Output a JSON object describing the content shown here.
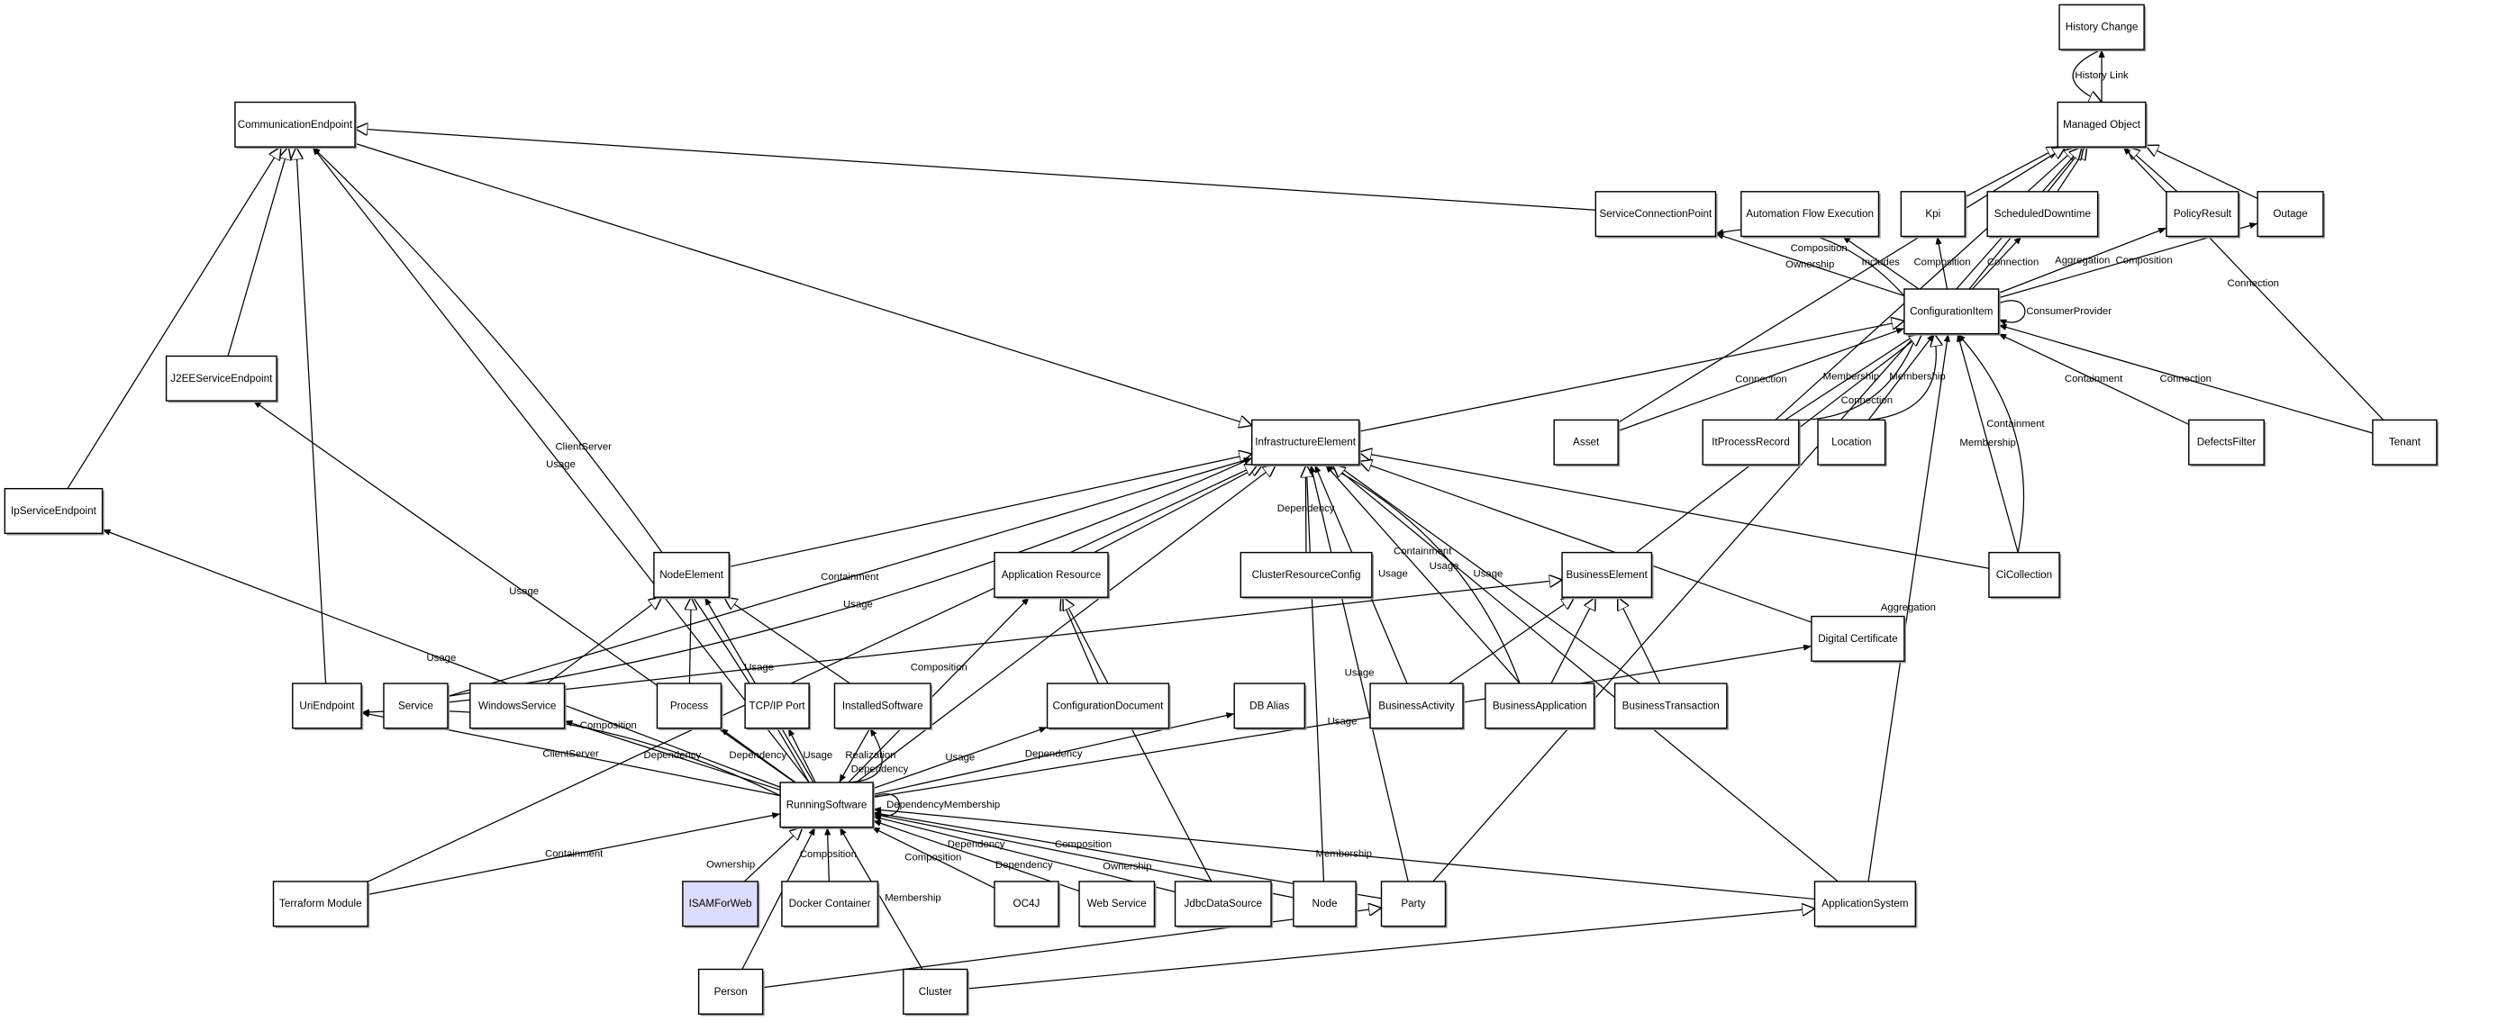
{
  "nodes": [
    {
      "id": "history_change",
      "label": "History Change"
    },
    {
      "id": "managed_object",
      "label": "Managed Object"
    },
    {
      "id": "communication_endpoint",
      "label": "CommunicationEndpoint"
    },
    {
      "id": "service_connection_point",
      "label": "ServiceConnectionPoint"
    },
    {
      "id": "automation_flow_execution",
      "label": "Automation Flow Execution"
    },
    {
      "id": "kpi",
      "label": "Kpi"
    },
    {
      "id": "scheduled_downtime",
      "label": "ScheduledDowntime"
    },
    {
      "id": "policy_result",
      "label": "PolicyResult"
    },
    {
      "id": "outage",
      "label": "Outage"
    },
    {
      "id": "configuration_item",
      "label": "ConfigurationItem"
    },
    {
      "id": "j2ee_service_endpoint",
      "label": "J2EEServiceEndpoint"
    },
    {
      "id": "infrastructure_element",
      "label": "InfrastructureElement"
    },
    {
      "id": "asset",
      "label": "Asset"
    },
    {
      "id": "it_process_record",
      "label": "ItProcessRecord"
    },
    {
      "id": "location",
      "label": "Location"
    },
    {
      "id": "defects_filter",
      "label": "DefectsFilter"
    },
    {
      "id": "tenant",
      "label": "Tenant"
    },
    {
      "id": "ip_service_endpoint",
      "label": "IpServiceEndpoint"
    },
    {
      "id": "node_element",
      "label": "NodeElement"
    },
    {
      "id": "application_resource",
      "label": "Application Resource"
    },
    {
      "id": "cluster_resource_config",
      "label": "ClusterResourceConfig"
    },
    {
      "id": "business_element",
      "label": "BusinessElement"
    },
    {
      "id": "ci_collection",
      "label": "CiCollection"
    },
    {
      "id": "digital_certificate",
      "label": "Digital Certificate"
    },
    {
      "id": "uri_endpoint",
      "label": "UriEndpoint"
    },
    {
      "id": "service",
      "label": "Service"
    },
    {
      "id": "windows_service",
      "label": "WindowsService"
    },
    {
      "id": "process",
      "label": "Process"
    },
    {
      "id": "tcpip_port",
      "label": "TCP/IP Port"
    },
    {
      "id": "installed_software",
      "label": "InstalledSoftware"
    },
    {
      "id": "configuration_document",
      "label": "ConfigurationDocument"
    },
    {
      "id": "db_alias",
      "label": "DB Alias"
    },
    {
      "id": "business_activity",
      "label": "BusinessActivity"
    },
    {
      "id": "business_application",
      "label": "BusinessApplication"
    },
    {
      "id": "business_transaction",
      "label": "BusinessTransaction"
    },
    {
      "id": "running_software",
      "label": "RunningSoftware"
    },
    {
      "id": "terraform_module",
      "label": "Terraform Module"
    },
    {
      "id": "isam_for_web",
      "label": "ISAMForWeb",
      "highlighted": true
    },
    {
      "id": "docker_container",
      "label": "Docker Container"
    },
    {
      "id": "oc4j",
      "label": "OC4J"
    },
    {
      "id": "web_service",
      "label": "Web Service"
    },
    {
      "id": "jdbc_data_source",
      "label": "JdbcDataSource"
    },
    {
      "id": "node",
      "label": "Node"
    },
    {
      "id": "party",
      "label": "Party"
    },
    {
      "id": "application_system",
      "label": "ApplicationSystem"
    },
    {
      "id": "person",
      "label": "Person"
    },
    {
      "id": "cluster",
      "label": "Cluster"
    }
  ],
  "edges": [
    {
      "from": "managed_object",
      "to": "history_change",
      "kind": "association",
      "label": "History Link"
    },
    {
      "from": "history_change",
      "to": "managed_object",
      "kind": "generalization",
      "label": ""
    },
    {
      "from": "service_connection_point",
      "to": "communication_endpoint",
      "kind": "generalization",
      "label": ""
    },
    {
      "from": "kpi",
      "to": "managed_object",
      "kind": "generalization",
      "label": ""
    },
    {
      "from": "scheduled_downtime",
      "to": "managed_object",
      "kind": "generalization",
      "label": ""
    },
    {
      "from": "policy_result",
      "to": "managed_object",
      "kind": "generalization",
      "label": ""
    },
    {
      "from": "outage",
      "to": "managed_object",
      "kind": "generalization",
      "label": ""
    },
    {
      "from": "configuration_item",
      "to": "managed_object",
      "kind": "generalization",
      "label": ""
    },
    {
      "from": "asset",
      "to": "managed_object",
      "kind": "generalization",
      "label": ""
    },
    {
      "from": "it_process_record",
      "to": "managed_object",
      "kind": "generalization",
      "label": ""
    },
    {
      "from": "party",
      "to": "managed_object",
      "kind": "generalization",
      "label": ""
    },
    {
      "from": "tenant",
      "to": "managed_object",
      "kind": "association",
      "label": "Connection"
    },
    {
      "from": "configuration_item",
      "to": "service_connection_point",
      "kind": "association",
      "label": "Ownership"
    },
    {
      "from": "configuration_item",
      "to": "service_connection_point",
      "kind": "association",
      "label": "Composition"
    },
    {
      "from": "configuration_item",
      "to": "automation_flow_execution",
      "kind": "association",
      "label": "Includes"
    },
    {
      "from": "configuration_item",
      "to": "kpi",
      "kind": "association",
      "label": "Composition"
    },
    {
      "from": "configuration_item",
      "to": "scheduled_downtime",
      "kind": "association",
      "label": "Connection"
    },
    {
      "from": "configuration_item",
      "to": "policy_result",
      "kind": "association",
      "label": "Aggregation"
    },
    {
      "from": "configuration_item",
      "to": "outage",
      "kind": "association",
      "label": "Composition"
    },
    {
      "from": "configuration_item",
      "to": "configuration_item",
      "kind": "association",
      "label": "ConsumerProvider"
    },
    {
      "from": "asset",
      "to": "configuration_item",
      "kind": "association",
      "label": "Connection"
    },
    {
      "from": "it_process_record",
      "to": "configuration_item",
      "kind": "association",
      "label": "Membership"
    },
    {
      "from": "it_process_record",
      "to": "configuration_item",
      "kind": "association",
      "label": "Connection"
    },
    {
      "from": "location",
      "to": "configuration_item",
      "kind": "association",
      "label": "Membership"
    },
    {
      "from": "location",
      "to": "configuration_item",
      "kind": "generalization",
      "label": ""
    },
    {
      "from": "ci_collection",
      "to": "configuration_item",
      "kind": "association",
      "label": "Membership"
    },
    {
      "from": "ci_collection",
      "to": "configuration_item",
      "kind": "association",
      "label": "Containment"
    },
    {
      "from": "defects_filter",
      "to": "configuration_item",
      "kind": "association",
      "label": "Containment"
    },
    {
      "from": "tenant",
      "to": "configuration_item",
      "kind": "association",
      "label": "Connection"
    },
    {
      "from": "application_system",
      "to": "configuration_item",
      "kind": "association",
      "label": "Aggregation"
    },
    {
      "from": "infrastructure_element",
      "to": "configuration_item",
      "kind": "generalization",
      "label": ""
    },
    {
      "from": "business_element",
      "to": "configuration_item",
      "kind": "generalization",
      "label": ""
    },
    {
      "from": "communication_endpoint",
      "to": "infrastructure_element",
      "kind": "generalization",
      "label": ""
    },
    {
      "from": "cluster_resource_config",
      "to": "infrastructure_element",
      "kind": "association",
      "label": "Dependency"
    },
    {
      "from": "node_element",
      "to": "infrastructure_element",
      "kind": "generalization",
      "label": ""
    },
    {
      "from": "application_resource",
      "to": "infrastructure_element",
      "kind": "generalization",
      "label": ""
    },
    {
      "from": "service",
      "to": "infrastructure_element",
      "kind": "association",
      "label": "Containment"
    },
    {
      "from": "service",
      "to": "infrastructure_element",
      "kind": "association",
      "label": "Usage"
    },
    {
      "from": "terraform_module",
      "to": "infrastructure_element",
      "kind": "generalization",
      "label": ""
    },
    {
      "from": "business_activity",
      "to": "infrastructure_element",
      "kind": "association",
      "label": "Usage"
    },
    {
      "from": "business_application",
      "to": "infrastructure_element",
      "kind": "association",
      "label": "Containment"
    },
    {
      "from": "business_application",
      "to": "infrastructure_element",
      "kind": "association",
      "label": "Usage"
    },
    {
      "from": "business_transaction",
      "to": "infrastructure_element",
      "kind": "association",
      "label": "Usage"
    },
    {
      "from": "ci_collection",
      "to": "infrastructure_element",
      "kind": "generalization",
      "label": ""
    },
    {
      "from": "digital_certificate",
      "to": "infrastructure_element",
      "kind": "generalization",
      "label": ""
    },
    {
      "from": "application_system",
      "to": "infrastructure_element",
      "kind": "generalization",
      "label": ""
    },
    {
      "from": "node",
      "to": "infrastructure_element",
      "kind": "generalization",
      "label": ""
    },
    {
      "from": "running_software",
      "to": "infrastructure_element",
      "kind": "generalization",
      "label": ""
    },
    {
      "from": "party",
      "to": "infrastructure_element",
      "kind": "association",
      "label": "Usage"
    },
    {
      "from": "j2ee_service_endpoint",
      "to": "communication_endpoint",
      "kind": "generalization",
      "label": ""
    },
    {
      "from": "uri_endpoint",
      "to": "communication_endpoint",
      "kind": "generalization",
      "label": ""
    },
    {
      "from": "ip_service_endpoint",
      "to": "communication_endpoint",
      "kind": "generalization",
      "label": ""
    },
    {
      "from": "running_software",
      "to": "communication_endpoint",
      "kind": "association",
      "label": "Usage"
    },
    {
      "from": "running_software",
      "to": "communication_endpoint",
      "kind": "association",
      "label": "ClientServer"
    },
    {
      "from": "running_software",
      "to": "j2ee_service_endpoint",
      "kind": "association",
      "label": "Usage"
    },
    {
      "from": "running_software",
      "to": "ip_service_endpoint",
      "kind": "association",
      "label": "Usage"
    },
    {
      "from": "running_software",
      "to": "uri_endpoint",
      "kind": "association",
      "label": "ClientServer"
    },
    {
      "from": "running_software",
      "to": "uri_endpoint",
      "kind": "association",
      "label": "Composition"
    },
    {
      "from": "running_software",
      "to": "windows_service",
      "kind": "association",
      "label": "Dependency"
    },
    {
      "from": "running_software",
      "to": "node_element",
      "kind": "association",
      "label": "Usage"
    },
    {
      "from": "running_software",
      "to": "process",
      "kind": "association",
      "label": "Dependency"
    },
    {
      "from": "running_software",
      "to": "tcpip_port",
      "kind": "association",
      "label": "Usage"
    },
    {
      "from": "installed_software",
      "to": "running_software",
      "kind": "association",
      "label": "Realization"
    },
    {
      "from": "running_software",
      "to": "installed_software",
      "kind": "association",
      "label": "Dependency"
    },
    {
      "from": "running_software",
      "to": "application_resource",
      "kind": "association",
      "label": "Composition"
    },
    {
      "from": "running_software",
      "to": "configuration_document",
      "kind": "association",
      "label": "Usage"
    },
    {
      "from": "running_software",
      "to": "db_alias",
      "kind": "association",
      "label": "Dependency"
    },
    {
      "from": "running_software",
      "to": "digital_certificate",
      "kind": "association",
      "label": "Usage"
    },
    {
      "from": "running_software",
      "to": "running_software",
      "kind": "association",
      "label": "DependencyMembership"
    },
    {
      "from": "terraform_module",
      "to": "running_software",
      "kind": "association",
      "label": "Containment"
    },
    {
      "from": "isam_for_web",
      "to": "running_software",
      "kind": "generalization",
      "label": ""
    },
    {
      "from": "docker_container",
      "to": "running_software",
      "kind": "association",
      "label": "Composition"
    },
    {
      "from": "oc4j",
      "to": "running_software",
      "kind": "association",
      "label": "Composition"
    },
    {
      "from": "web_service",
      "to": "running_software",
      "kind": "association",
      "label": "Dependency"
    },
    {
      "from": "jdbc_data_source",
      "to": "running_software",
      "kind": "association",
      "label": "Dependency"
    },
    {
      "from": "node",
      "to": "running_software",
      "kind": "association",
      "label": "Composition"
    },
    {
      "from": "party",
      "to": "running_software",
      "kind": "association",
      "label": "Ownership"
    },
    {
      "from": "application_system",
      "to": "running_software",
      "kind": "association",
      "label": "Membership"
    },
    {
      "from": "person",
      "to": "running_software",
      "kind": "association",
      "label": "Ownership"
    },
    {
      "from": "cluster",
      "to": "running_software",
      "kind": "association",
      "label": "Membership"
    },
    {
      "from": "person",
      "to": "party",
      "kind": "generalization",
      "label": ""
    },
    {
      "from": "cluster",
      "to": "application_system",
      "kind": "generalization",
      "label": ""
    },
    {
      "from": "windows_service",
      "to": "node_element",
      "kind": "generalization",
      "label": ""
    },
    {
      "from": "process",
      "to": "node_element",
      "kind": "generalization",
      "label": ""
    },
    {
      "from": "installed_software",
      "to": "node_element",
      "kind": "generalization",
      "label": ""
    },
    {
      "from": "configuration_document",
      "to": "application_resource",
      "kind": "generalization",
      "label": ""
    },
    {
      "from": "jdbc_data_source",
      "to": "application_resource",
      "kind": "generalization",
      "label": ""
    },
    {
      "from": "service",
      "to": "business_element",
      "kind": "generalization",
      "label": ""
    },
    {
      "from": "business_activity",
      "to": "business_element",
      "kind": "generalization",
      "label": ""
    },
    {
      "from": "business_application",
      "to": "business_element",
      "kind": "generalization",
      "label": ""
    },
    {
      "from": "business_transaction",
      "to": "business_element",
      "kind": "generalization",
      "label": ""
    }
  ],
  "colors": {
    "highlight_fill": "#dcdcfc",
    "box_fill": "#ffffff",
    "stroke": "#000000",
    "shadow": "#9a9a9a"
  }
}
